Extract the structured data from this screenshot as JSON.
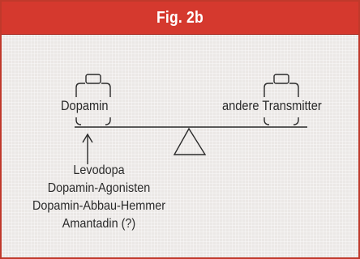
{
  "figure": {
    "title": "Fig. 2b",
    "accent_color": "#d5392e",
    "background_color": "#ebe8e6"
  },
  "scale": {
    "left_label": "Dopamin",
    "right_label": "andere Transmitter"
  },
  "interventions": [
    "Levodopa",
    "Dopamin-Agonisten",
    "Dopamin-Abbau-Hemmer",
    "Amantadin (?)"
  ]
}
